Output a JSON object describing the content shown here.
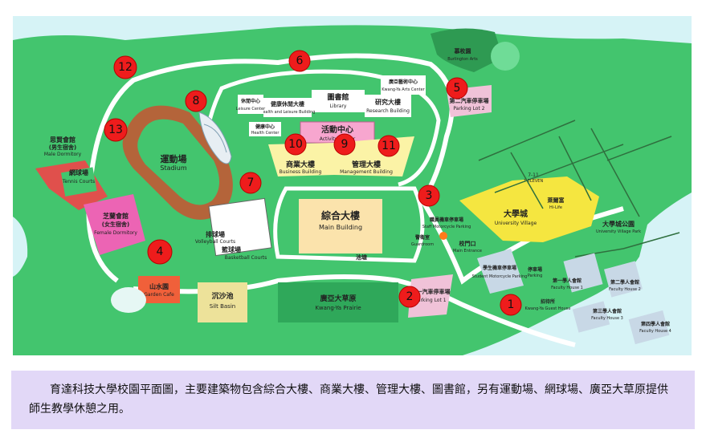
{
  "colors": {
    "grass": "#43c56e",
    "sky": "#d6f3f6",
    "road": "#ffffff",
    "marker": "#ee1c1c",
    "caption_bg": "#e2d8f7"
  },
  "buildings": {
    "arts_center": "慕枚園",
    "arts_center_en": "Burlington Arts",
    "library": "圖書館",
    "library_en": "Library",
    "research": "研究大樓",
    "research_en": "Research Building",
    "arts_center2": "廣亞藝術中心",
    "arts_center2_en": "Kwang-Ya Arts Center",
    "health_leisure": "健康休閒大樓",
    "health_leisure_en": "Health and Leisure Building",
    "leisure_center": "休閒中心",
    "leisure_center_en": "Leisure Center",
    "health_center": "健康中心",
    "health_center_en": "Health Center",
    "activity": "活動中心",
    "activity_en": "Activity Center",
    "business": "商業大樓",
    "business_en": "Business Building",
    "management": "管理大樓",
    "management_en": "Management Building",
    "main": "綜合大樓",
    "main_en": "Main Building",
    "stadium": "運動場",
    "stadium_en": "Stadium",
    "tennis": "網球場",
    "tennis_en": "Tennis Courts",
    "male_dorm": "思賢會館",
    "male_dorm_sub": "(男生宿舍)",
    "male_dorm_en": "Male Dormitory",
    "female_dorm": "芝蘭會館",
    "female_dorm_sub": "(女生宿舍)",
    "female_dorm_en": "Female Dormitory",
    "volleyball": "排球場",
    "volleyball_en": "Volleyball Courts",
    "basketball": "籃球場",
    "basketball_en": "Basketball Courts",
    "garden_cafe": "山水園",
    "garden_cafe_en": "Garden Cafe",
    "silt_basin": "沉沙池",
    "silt_basin_en": "Silt Basin",
    "prairie": "廣亞大草原",
    "prairie_en": "Kwang-Ya Prairie",
    "parking1": "第一汽車停車場",
    "parking1_en": "Parking Lot 1",
    "parking2": "第二汽車停車場",
    "parking2_en": "Parking Lot 2",
    "moto_parking": "學生機車停車場",
    "moto_parking_en": "Student Motorcycle Parking",
    "staff_moto": "職員機車停車場",
    "staff_moto_en": "Staff Motorcycle Parking",
    "guardroom": "警衛室",
    "guardroom_en": "Guardroom",
    "main_entrance": "校門口",
    "main_entrance_en": "Main Entrance",
    "parking": "停車場",
    "parking_en": "Parking",
    "univ_village": "大學城",
    "univ_village_en": "University Village",
    "univ_park": "大學城公園",
    "univ_park_en": "University Village Park",
    "seven": "7-11",
    "seven_en": "7-ELEVEN",
    "hilife": "萊爾富",
    "hilife_en": "Hi-Life",
    "guest": "招待所",
    "guest_en": "Kwang-Ya Guest House",
    "fh1": "第一學人會館",
    "fh1_en": "Faculty House 1",
    "fh2": "第二學人會館",
    "fh2_en": "Faculty House 2",
    "fh3": "第三學人會館",
    "fh3_en": "Faculty House 3",
    "fh4": "第四學人會館",
    "fh4_en": "Faculty House 4",
    "pond": "池塘"
  },
  "markers": [
    "1",
    "2",
    "3",
    "4",
    "5",
    "6",
    "7",
    "8",
    "9",
    "10",
    "11",
    "12",
    "13"
  ],
  "caption": "育達科技大學校園平面圖，主要建築物包含綜合大樓、商業大樓、管理大樓、圖書館，另有運動場、網球場、廣亞大草原提供師生教學休憩之用。"
}
